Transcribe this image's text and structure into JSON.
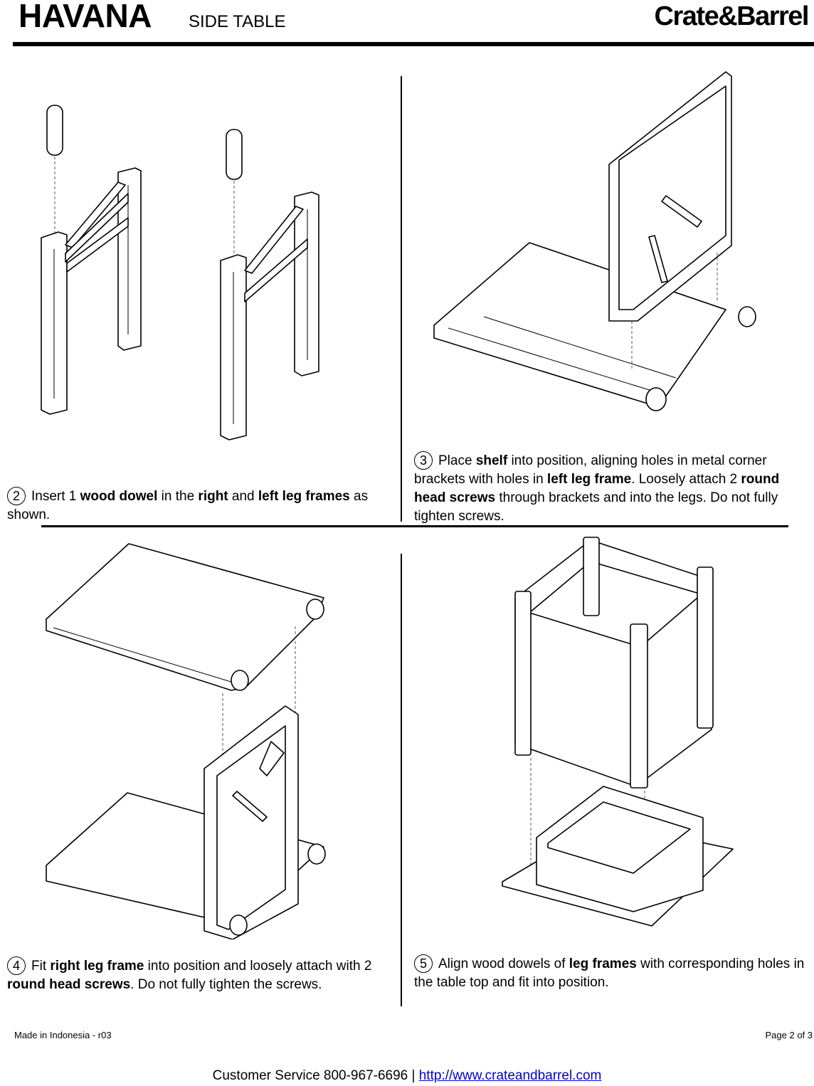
{
  "header": {
    "product_name": "HAVANA",
    "product_type": "SIDE TABLE",
    "brand": "Crate&Barrel"
  },
  "steps": [
    {
      "number": "2",
      "parts": [
        {
          "t": "Insert 1 ",
          "b": false
        },
        {
          "t": "wood dowel",
          "b": true
        },
        {
          "t": " in the ",
          "b": false
        },
        {
          "t": "right",
          "b": true
        },
        {
          "t": " and ",
          "b": false
        },
        {
          "t": "left leg frames",
          "b": true
        },
        {
          "t": " as shown.",
          "b": false
        }
      ]
    },
    {
      "number": "3",
      "parts": [
        {
          "t": "Place ",
          "b": false
        },
        {
          "t": "shelf",
          "b": true
        },
        {
          "t": " into position, aligning holes in metal corner brackets with holes in ",
          "b": false
        },
        {
          "t": "left leg frame",
          "b": true
        },
        {
          "t": ".  Loosely attach 2 ",
          "b": false
        },
        {
          "t": "round head screws",
          "b": true
        },
        {
          "t": " through brackets and into the legs. Do not fully tighten screws.",
          "b": false
        }
      ]
    },
    {
      "number": "4",
      "parts": [
        {
          "t": "Fit ",
          "b": false
        },
        {
          "t": "right leg frame",
          "b": true
        },
        {
          "t": " into position and loosely attach with 2 ",
          "b": false
        },
        {
          "t": "round head screws",
          "b": true
        },
        {
          "t": ".  Do not fully tighten the screws.",
          "b": false
        }
      ]
    },
    {
      "number": "5",
      "parts": [
        {
          "t": "Align wood dowels of ",
          "b": false
        },
        {
          "t": "leg frames",
          "b": true
        },
        {
          "t": " with corresponding holes in the table top and fit into position.",
          "b": false
        }
      ]
    }
  ],
  "footer": {
    "made_in": "Made in Indonesia - r03",
    "page": "Page 2 of 3",
    "customer_service": "Customer Service 800-967-6696  |  ",
    "url": "http://www.crateandbarrel.com"
  }
}
